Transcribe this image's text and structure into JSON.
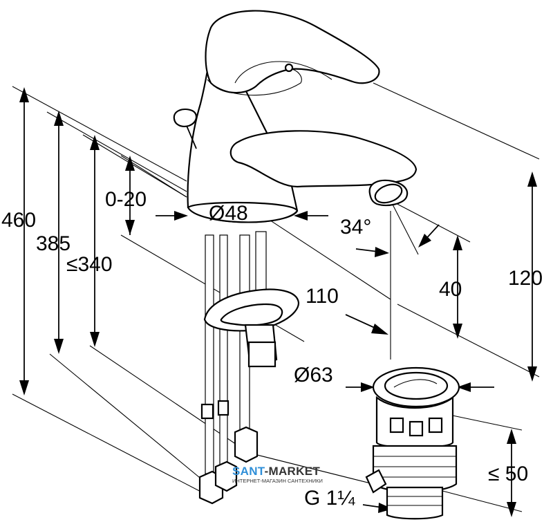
{
  "dimensions": {
    "height_total": "460",
    "height_385": "385",
    "height_340": "≤340",
    "lift_range": "0-20",
    "base_diameter": "Ø48",
    "spout_angle": "34°",
    "spout_reach": "110",
    "spout_clearance": "40",
    "spout_height": "120",
    "waste_diameter": "Ø63",
    "waste_depth": "≤ 50",
    "thread": "G 1¼"
  },
  "watermark": {
    "brand_part1": "SANT",
    "brand_part2": "-MARKET",
    "subtitle": "ИНТЕРНЕТ-МАГАЗИН САНТЕХНИКИ",
    "color_part1": "#2f8fd8",
    "color_part2": "#333333"
  }
}
